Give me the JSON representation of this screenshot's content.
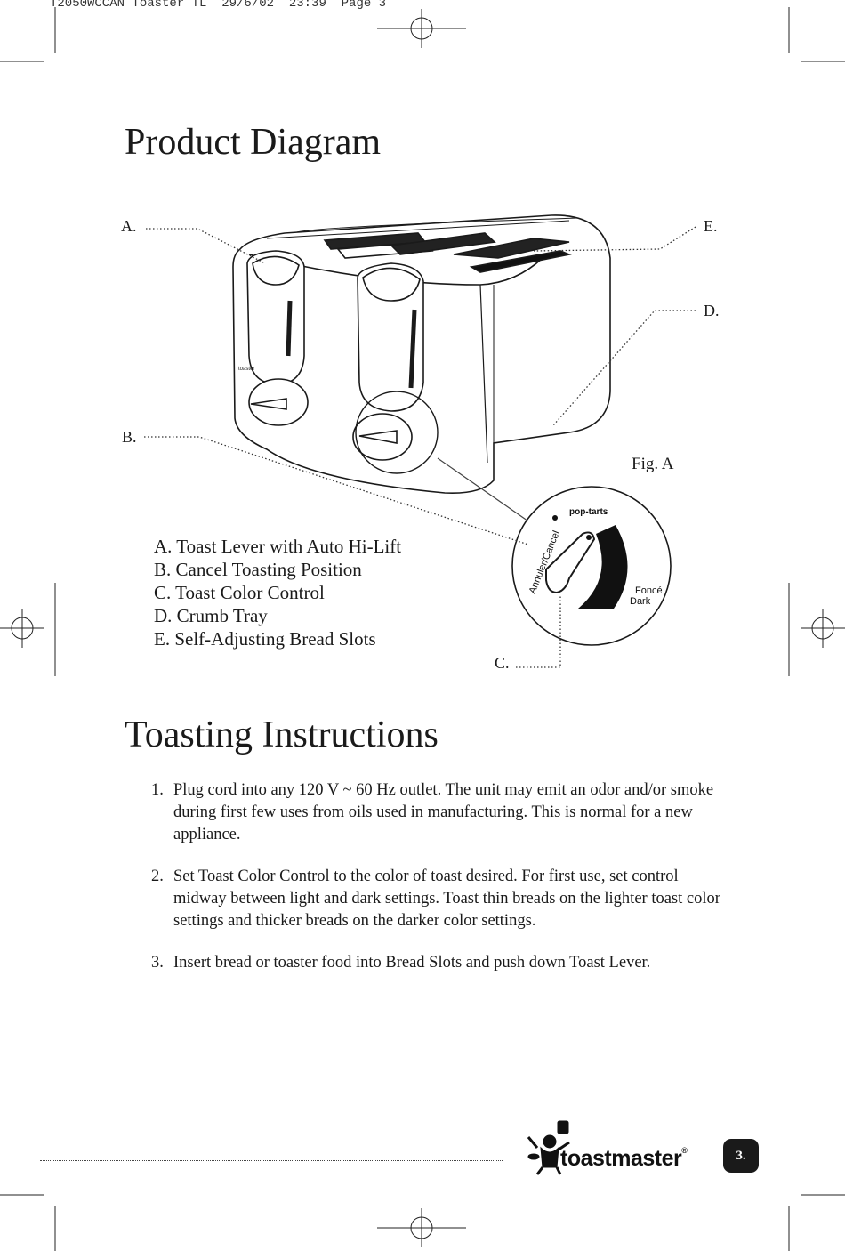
{
  "slug": "T2050WCCAN Toaster TL  29/6/02  23:39  Page 3",
  "product_diagram": {
    "title": "Product Diagram",
    "callouts": {
      "a": "A.",
      "b": "B.",
      "c": "C.",
      "d": "D.",
      "e": "E."
    },
    "fig_label": "Fig. A",
    "dial_labels": {
      "cancel": "Annuler/Cancel",
      "dark_fr": "Foncé",
      "dark_en": "Dark",
      "brand": "pop-tarts"
    },
    "legend": [
      "A. Toast Lever with Auto Hi-Lift",
      "B. Cancel Toasting Position",
      "C. Toast Color Control",
      "D. Crumb Tray",
      "E. Self-Adjusting Bread Slots"
    ]
  },
  "toasting_instructions": {
    "title": "Toasting Instructions",
    "steps": [
      {
        "num": "1.",
        "text": "Plug cord into any 120 V ~ 60 Hz outlet. The unit may emit an odor and/or smoke during first few uses from oils used in manufacturing. This is normal for a new appliance."
      },
      {
        "num": "2.",
        "text": "Set Toast Color Control to the color of toast desired. For first use, set control midway between light and dark settings. Toast thin breads on the lighter toast color settings and thicker breads on the darker color settings."
      },
      {
        "num": "3.",
        "text": "Insert bread or toaster food into Bread Slots and push down Toast Lever."
      }
    ]
  },
  "footer": {
    "brand": "toastmaster",
    "page": "3."
  }
}
